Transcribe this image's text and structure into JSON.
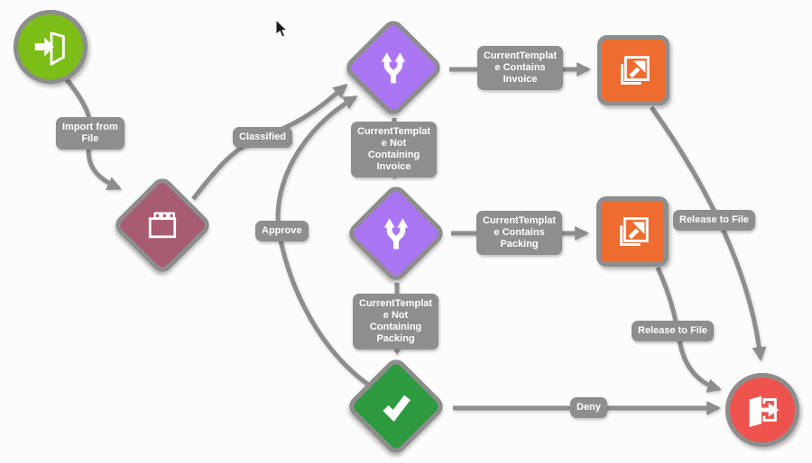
{
  "app": {
    "view": "workflow-designer-canvas"
  },
  "diagram": {
    "nodes": [
      {
        "id": "import",
        "shape": "circle",
        "color": "#7dbd17",
        "icon": "import-door-icon"
      },
      {
        "id": "classify",
        "shape": "diamond",
        "color": "#a85c72",
        "icon": "classify-window-icon"
      },
      {
        "id": "branch-invoice",
        "shape": "diamond",
        "color": "#ab76f3",
        "icon": "branch-fork-icon"
      },
      {
        "id": "export-invoice",
        "shape": "rounded-square",
        "color": "#ee6c30",
        "icon": "export-icon"
      },
      {
        "id": "branch-packing",
        "shape": "diamond",
        "color": "#ab76f3",
        "icon": "branch-fork-icon"
      },
      {
        "id": "export-packing",
        "shape": "rounded-square",
        "color": "#ee6c30",
        "icon": "export-icon"
      },
      {
        "id": "approve",
        "shape": "diamond",
        "color": "#2f9b41",
        "icon": "checkmark-icon"
      },
      {
        "id": "exit",
        "shape": "circle",
        "color": "#ee544d",
        "icon": "exit-door-icon"
      }
    ],
    "edge_labels": {
      "import_from_file": "Import from\nFile",
      "classified": "Classified",
      "contains_invoice": "CurrentTemplat\ne Contains\nInvoice",
      "not_containing_invoice": "CurrentTemplat\ne Not\nContaining\nInvoice",
      "contains_packing": "CurrentTemplat\ne Contains\nPacking",
      "not_containing_packing": "CurrentTemplat\ne Not\nContaining\nPacking",
      "approve": "Approve",
      "release_to_file_invoice": "Release to File",
      "release_to_file_packing": "Release to File",
      "deny": "Deny"
    },
    "colors": {
      "canvas_background": "#fcfcfc",
      "edge": "#8d8d8d",
      "node_border": "#8d8d8d",
      "label_background": "#8e8e8e",
      "label_text": "#ffffff",
      "start_node": "#7dbd17",
      "classify_node": "#a85c72",
      "branch_node": "#ab76f3",
      "export_node": "#ee6c30",
      "approve_node": "#2f9b41",
      "end_node": "#ee544d"
    }
  }
}
